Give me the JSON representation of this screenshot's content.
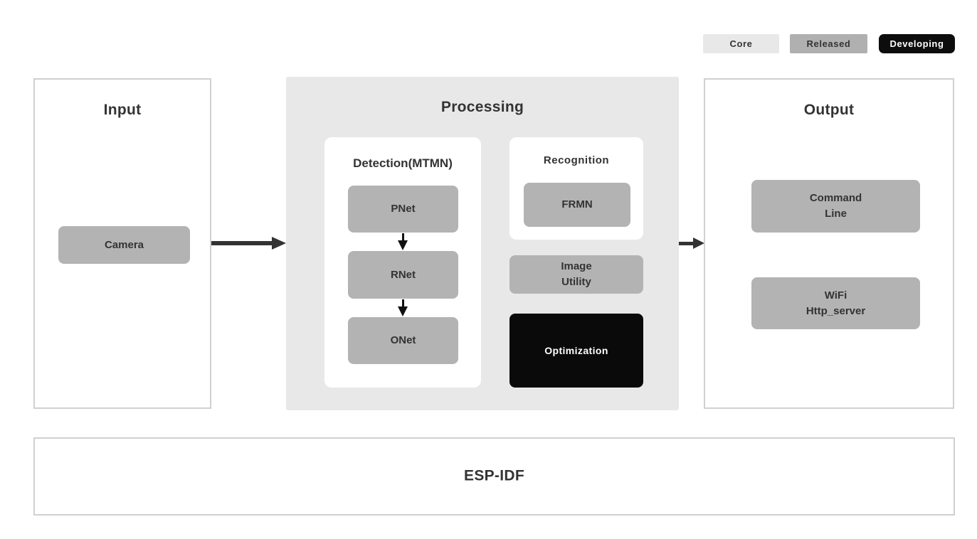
{
  "legend": {
    "items": [
      {
        "label": "Core",
        "bg": "#e8e8e8",
        "fg": "#333333"
      },
      {
        "label": "Released",
        "bg": "#b0b0b0",
        "fg": "#333333"
      },
      {
        "label": "Developing",
        "bg": "#0d0d0d",
        "fg": "#ffffff"
      }
    ]
  },
  "panels": {
    "input": {
      "title": "Input",
      "blocks": [
        {
          "label": "Camera"
        }
      ]
    },
    "processing": {
      "title": "Processing",
      "detection": {
        "title": "Detection(MTMN)",
        "blocks": [
          "PNet",
          "RNet",
          "ONet"
        ]
      },
      "recognition": {
        "title": "Recognition",
        "blocks": [
          "FRMN"
        ]
      },
      "image_utility_label": "Image\nUtility",
      "optimization_label": "Optimization"
    },
    "output": {
      "title": "Output",
      "blocks": [
        {
          "label": "Command\nLine"
        },
        {
          "label": "WiFi\nHttp_server"
        }
      ]
    },
    "foundation": {
      "title": "ESP-IDF"
    }
  },
  "colors": {
    "page_bg": "#ffffff",
    "processing_bg": "#e8e8e8",
    "block_gray": "#b3b3b3",
    "block_dark": "#0a0a0a",
    "panel_border": "#d0d0d0",
    "text_dark": "#333333",
    "text_light": "#ffffff",
    "arrow": "#333333"
  }
}
